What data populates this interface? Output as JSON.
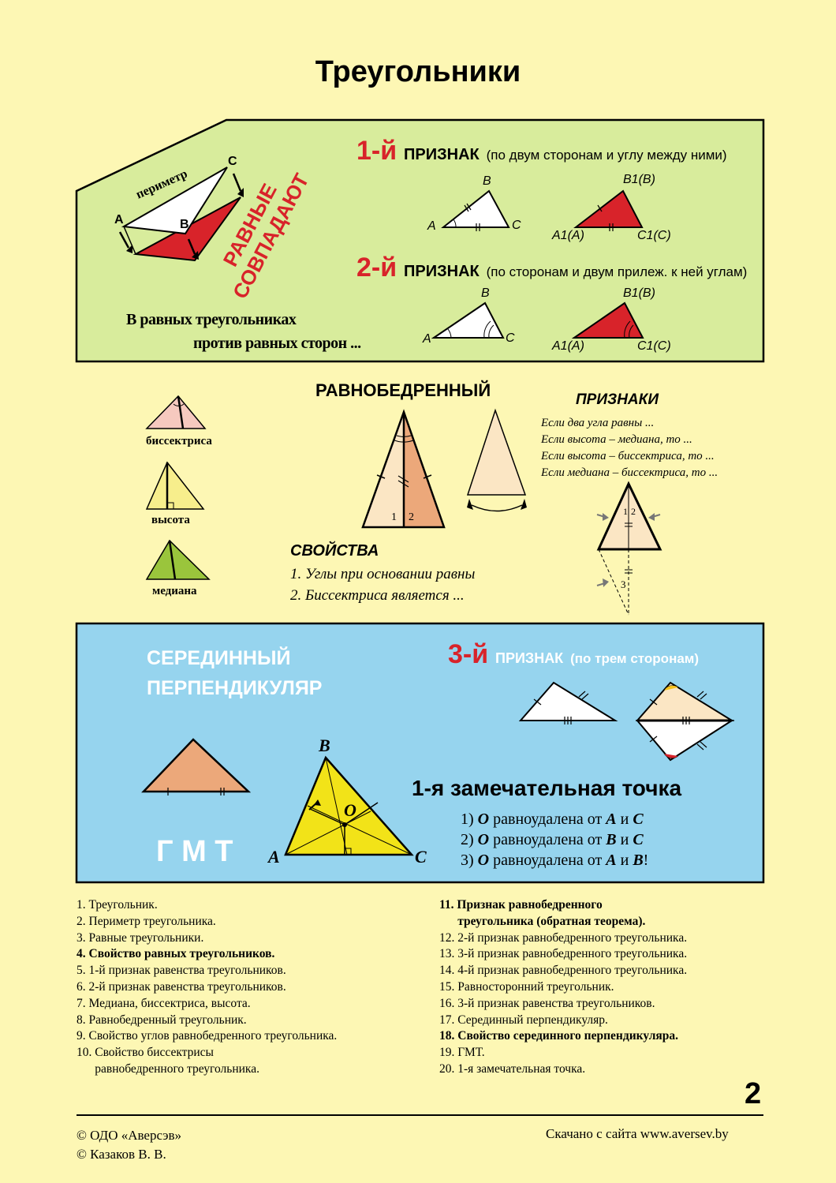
{
  "title": "Треугольники",
  "green": {
    "perimeter": "периметр",
    "vA": "A",
    "vB": "B",
    "vC": "C",
    "red_text": [
      "РАВНЫЕ",
      "СОВПАДАЮТ"
    ],
    "equal_text": [
      "В равных треугольниках",
      "против равных сторон ..."
    ],
    "sign1": {
      "num": "1-й",
      "word": "ПРИЗНАК",
      "desc": "(по двум сторонам и углу между ними)"
    },
    "sign2": {
      "num": "2-й",
      "word": "ПРИЗНАК",
      "desc": "(по сторонам и двум прилеж. к ней углам)"
    },
    "tri_labels": {
      "A": "A",
      "B": "B",
      "C": "C",
      "A1": "A1(A)",
      "B1": "B1(B)",
      "C1": "C1(C)"
    }
  },
  "iso": {
    "heading": "РАВНОБЕДРЕННЫЙ",
    "labels": [
      "биссектриса",
      "высота",
      "медиана"
    ],
    "angle1": "1",
    "angle2": "2",
    "angle3": "3",
    "properties_heading": "СВОЙСТВА",
    "properties": [
      "1.  Углы при основании равны",
      "2.  Биссектриса является ..."
    ],
    "signs_heading": "ПРИЗНАКИ",
    "signs": [
      "Если два угла равны ...",
      "Если высота – медиана, то ...",
      "Если высота – биссектриса, то  ...",
      "Если медиана – биссектриса, то ..."
    ]
  },
  "blue": {
    "heading": [
      "СЕРЕДИННЫЙ",
      "ПЕРПЕНДИКУЛЯР"
    ],
    "sign3": {
      "num": "3-й",
      "word": "ПРИЗНАК",
      "desc": "(по трем сторонам)"
    },
    "gmt": "Г М Т",
    "point_title": "1-я замечательная точка",
    "points": [
      {
        "n": "1)",
        "o": "O",
        "t": " равноудалена от ",
        "a": "A",
        "i": " и ",
        "b": "C",
        "end": ""
      },
      {
        "n": "2)",
        "o": "O",
        "t": " равноудалена от ",
        "a": "B",
        "i": " и ",
        "b": "C",
        "end": ""
      },
      {
        "n": "3)",
        "o": "O",
        "t": " равноудалена  от ",
        "a": "A",
        "i": " и ",
        "b": "B",
        "end": "!"
      }
    ],
    "vA": "A",
    "vB": "B",
    "vC": "C",
    "vO": "O"
  },
  "list_left": [
    {
      "text": "1. Треугольник.",
      "bold": false
    },
    {
      "text": "2. Периметр треугольника.",
      "bold": false
    },
    {
      "text": "3. Равные треугольники.",
      "bold": false
    },
    {
      "text": "4. Свойство равных треугольников.",
      "bold": true
    },
    {
      "text": "5. 1-й признак равенства треугольников.",
      "bold": false
    },
    {
      "text": "6. 2-й признак равенства треугольников.",
      "bold": false
    },
    {
      "text": "7. Медиана, биссектриса, высота.",
      "bold": false
    },
    {
      "text": "8. Равнобедренный треугольник.",
      "bold": false
    },
    {
      "text": "9. Свойство углов равнобедренного треугольника.",
      "bold": false
    },
    {
      "text": "10. Свойство биссектрисы",
      "bold": false
    },
    {
      "text": "      равнобедренного треугольника.",
      "bold": false
    }
  ],
  "list_right": [
    {
      "text": "11. Признак равнобедренного",
      "bold": true
    },
    {
      "text": "      треугольника (обратная теорема).",
      "bold": true
    },
    {
      "text": "12. 2-й признак равнобедренного треугольника.",
      "bold": false
    },
    {
      "text": "13. 3-й признак равнобедренного треугольника.",
      "bold": false
    },
    {
      "text": "14. 4-й признак равнобедренного треугольника.",
      "bold": false
    },
    {
      "text": "15. Равносторонний треугольник.",
      "bold": false
    },
    {
      "text": "16. 3-й признак равенства треугольников.",
      "bold": false
    },
    {
      "text": "17. Серединный перпендикуляр.",
      "bold": false
    },
    {
      "text": "18. Свойство серединного перпендикуляра.",
      "bold": true
    },
    {
      "text": "19. ГМТ.",
      "bold": false
    },
    {
      "text": "20. 1-я замечательная точка.",
      "bold": false
    }
  ],
  "page_number": "2",
  "footer": {
    "copyright1": "© ОДО  «Аверсэв»",
    "copyright2": "© Казаков В. В.",
    "source": "Скачано с сайта www.aversev.by"
  },
  "colors": {
    "background": "#fdf7b4",
    "green": "#d8ec9c",
    "blue": "#96d4ee",
    "red": "#d8232a",
    "peach": "#eca87a"
  }
}
